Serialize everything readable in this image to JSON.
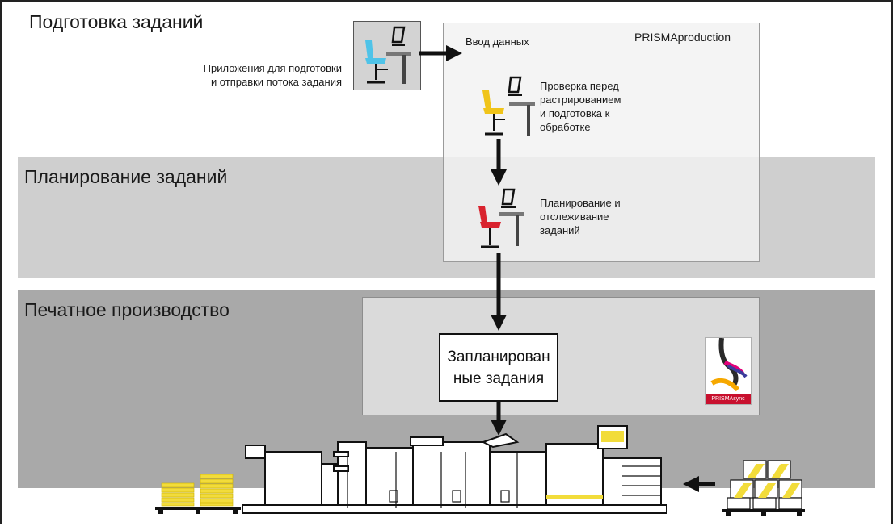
{
  "sections": {
    "prep": "Подготовка заданий",
    "planning": "Планирование заданий",
    "print": "Печатное производство"
  },
  "prisma_production": {
    "title": "PRISMAproduction",
    "input_label": "Ввод данных",
    "preflight_lines": [
      "Проверка перед",
      "растрированием",
      "и подготовка к",
      "обработке"
    ],
    "scheduling_lines": [
      "Планирование и",
      "отслеживание",
      "заданий"
    ]
  },
  "prep_apps_lines": [
    "Приложения для подготовки",
    "и отправки потока задания"
  ],
  "scheduled_jobs_lines": [
    "Запланирован",
    "ные задания"
  ],
  "prisma_sync_logo": {
    "text": "PRISMAsync",
    "icon": "prismasync-logo-icon"
  },
  "icons": {
    "prep_station": "workstation-blue-chair-icon",
    "preflight_station": "workstation-yellow-chair-icon",
    "scheduling_station": "workstation-red-chair-icon",
    "printer": "production-printer-icon",
    "output_stacks": "paper-stack-yellow-icon",
    "input_boxes": "paper-boxes-icon"
  },
  "colors": {
    "prep_chair": "#4fc3e8",
    "preflight_chair": "#f0c419",
    "scheduling_chair": "#d9232e",
    "paper": "#f2dc3a",
    "band_planning": "#cfcfcf",
    "band_print": "#a9a9a9"
  }
}
